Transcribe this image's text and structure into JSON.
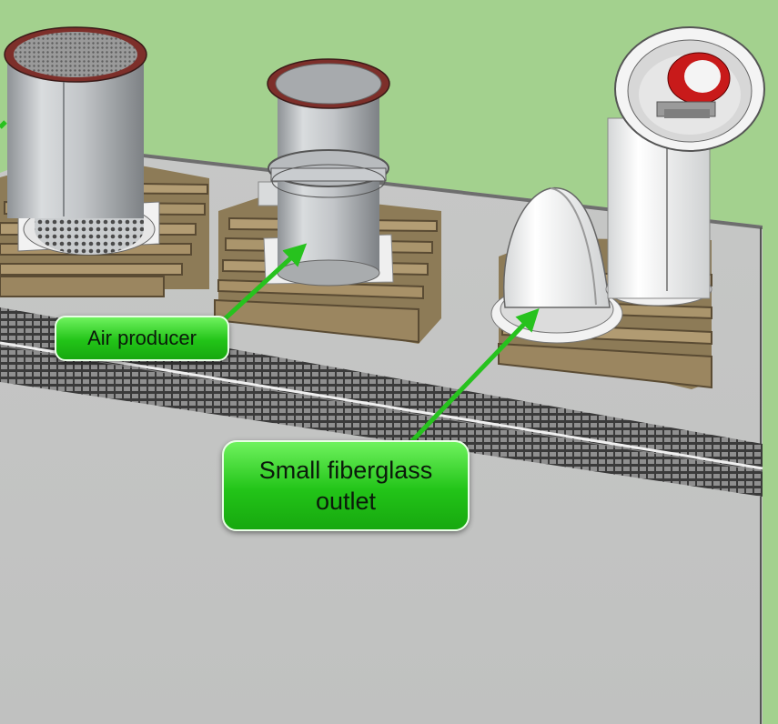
{
  "callouts": {
    "air_producer": "Air producer",
    "small_outlet_line1": "Small fiberglass",
    "small_outlet_line2": "outlet"
  },
  "colors": {
    "background": "#a3d18e",
    "floor": "#c9cac9",
    "grating": "#3f3f3f",
    "pallet": "#a8946b",
    "duct": "#c3c6c8",
    "fiberglass": "#f2f2f2",
    "flange_red": "#7d2f2a",
    "fan_red": "#c81a1a",
    "callout_green": "#2bc81f",
    "arrow_green": "#27c21e"
  },
  "icons": [
    "mesh-duct-icon",
    "flanged-duct-icon",
    "fiberglass-outlet-icon",
    "fan-duct-icon",
    "pallet-icon",
    "arrow-icon"
  ]
}
